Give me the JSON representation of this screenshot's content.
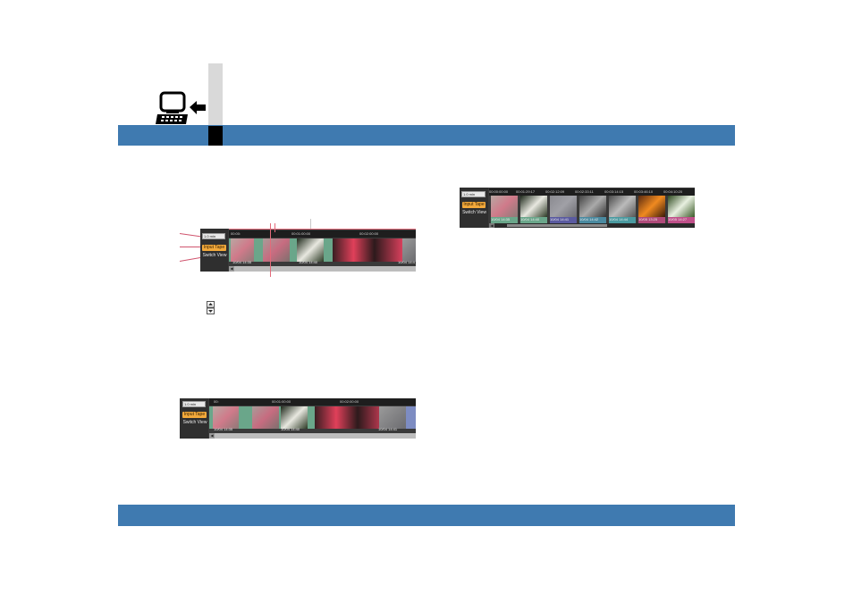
{
  "page": {
    "accent_color": "#3f7ab0",
    "icon": "computer-arrow-icon"
  },
  "timeline_a": {
    "combo_value": "1.0 min",
    "input_tape_label": "Input Tape",
    "switch_view_label": "Switch View",
    "ruler": [
      "00:00:",
      "00:01:00:00",
      "00:02:00:00"
    ],
    "clip_labels": [
      "10/04 14:35",
      "10/04 14:40",
      "10/04 14:4"
    ]
  },
  "timeline_b": {
    "combo_value": "1.0 min",
    "input_tape_label": "Input Tape",
    "switch_view_label": "Switch View",
    "ruler": [
      "00:",
      "00:01:00:00",
      "00:02:00:00"
    ],
    "clip_labels": [
      "10/04 14:35",
      "10/04 14:40",
      "10/04 14:41"
    ]
  },
  "timeline_c": {
    "combo_value": "1.0 min",
    "input_tape_label": "Input Tape",
    "switch_view_label": "Switch View",
    "ruler": [
      "00:00:00:00",
      "00:01:29:17",
      "00:02:12:09",
      "00:02:33:11",
      "00:03:14:15",
      "00:03:46:10",
      "00:04:10:20"
    ],
    "clip_labels": [
      "10/04 14:35",
      "10/04 14:40",
      "10/04 14:41",
      "10/04 14:42",
      "10/04 14:44",
      "10/05 13:25",
      "10/05 14:27"
    ]
  }
}
